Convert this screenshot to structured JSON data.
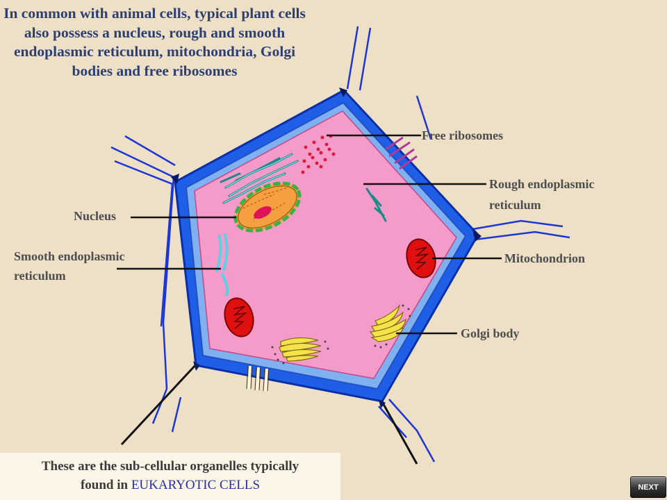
{
  "intro_text": "In common with animal cells, typical plant cells also possess a  nucleus, rough and smooth endoplasmic reticulum, mitochondria, Golgi bodies and free ribosomes",
  "labels": {
    "free_ribosomes": "Free ribosomes",
    "rough_er_line1": "Rough endoplasmic",
    "rough_er_line2": "reticulum",
    "nucleus": "Nucleus",
    "smooth_er_line1": "Smooth endoplasmic",
    "smooth_er_line2": "reticulum",
    "mitochondrion": "Mitochondrion",
    "golgi": "Golgi body"
  },
  "caption": {
    "line1": "These are the sub-cellular organelles typically",
    "line2_prefix": "found in ",
    "line2_highlight": "EUKARYOTIC CELLS"
  },
  "nav": {
    "next_label": "NEXT"
  },
  "colors": {
    "background": "#ede0c6",
    "cell_wall": "#1f5fe8",
    "cytoplasm": "#f59bc9",
    "mitochondrion": "#e01010",
    "golgi": "#f5e24a",
    "nucleus": "#f5a040",
    "title_text": "#2c3e72"
  }
}
